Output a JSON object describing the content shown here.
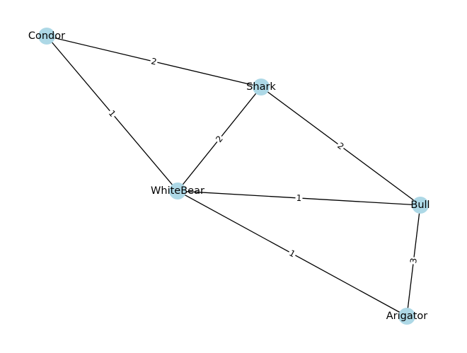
{
  "graph": {
    "node_color": "#add8e6",
    "edge_color": "#000000",
    "nodes": [
      {
        "id": "condor",
        "label": "Condor"
      },
      {
        "id": "shark",
        "label": "Shark"
      },
      {
        "id": "whitebear",
        "label": "WhiteBear"
      },
      {
        "id": "bull",
        "label": "Bull"
      },
      {
        "id": "arigator",
        "label": "Arigator"
      }
    ],
    "edges": [
      {
        "source": "condor",
        "target": "shark",
        "weight": "2"
      },
      {
        "source": "condor",
        "target": "whitebear",
        "weight": "1"
      },
      {
        "source": "shark",
        "target": "whitebear",
        "weight": "2"
      },
      {
        "source": "shark",
        "target": "bull",
        "weight": "2"
      },
      {
        "source": "whitebear",
        "target": "bull",
        "weight": "1"
      },
      {
        "source": "whitebear",
        "target": "arigator",
        "weight": "1"
      },
      {
        "source": "bull",
        "target": "arigator",
        "weight": "3"
      }
    ]
  }
}
